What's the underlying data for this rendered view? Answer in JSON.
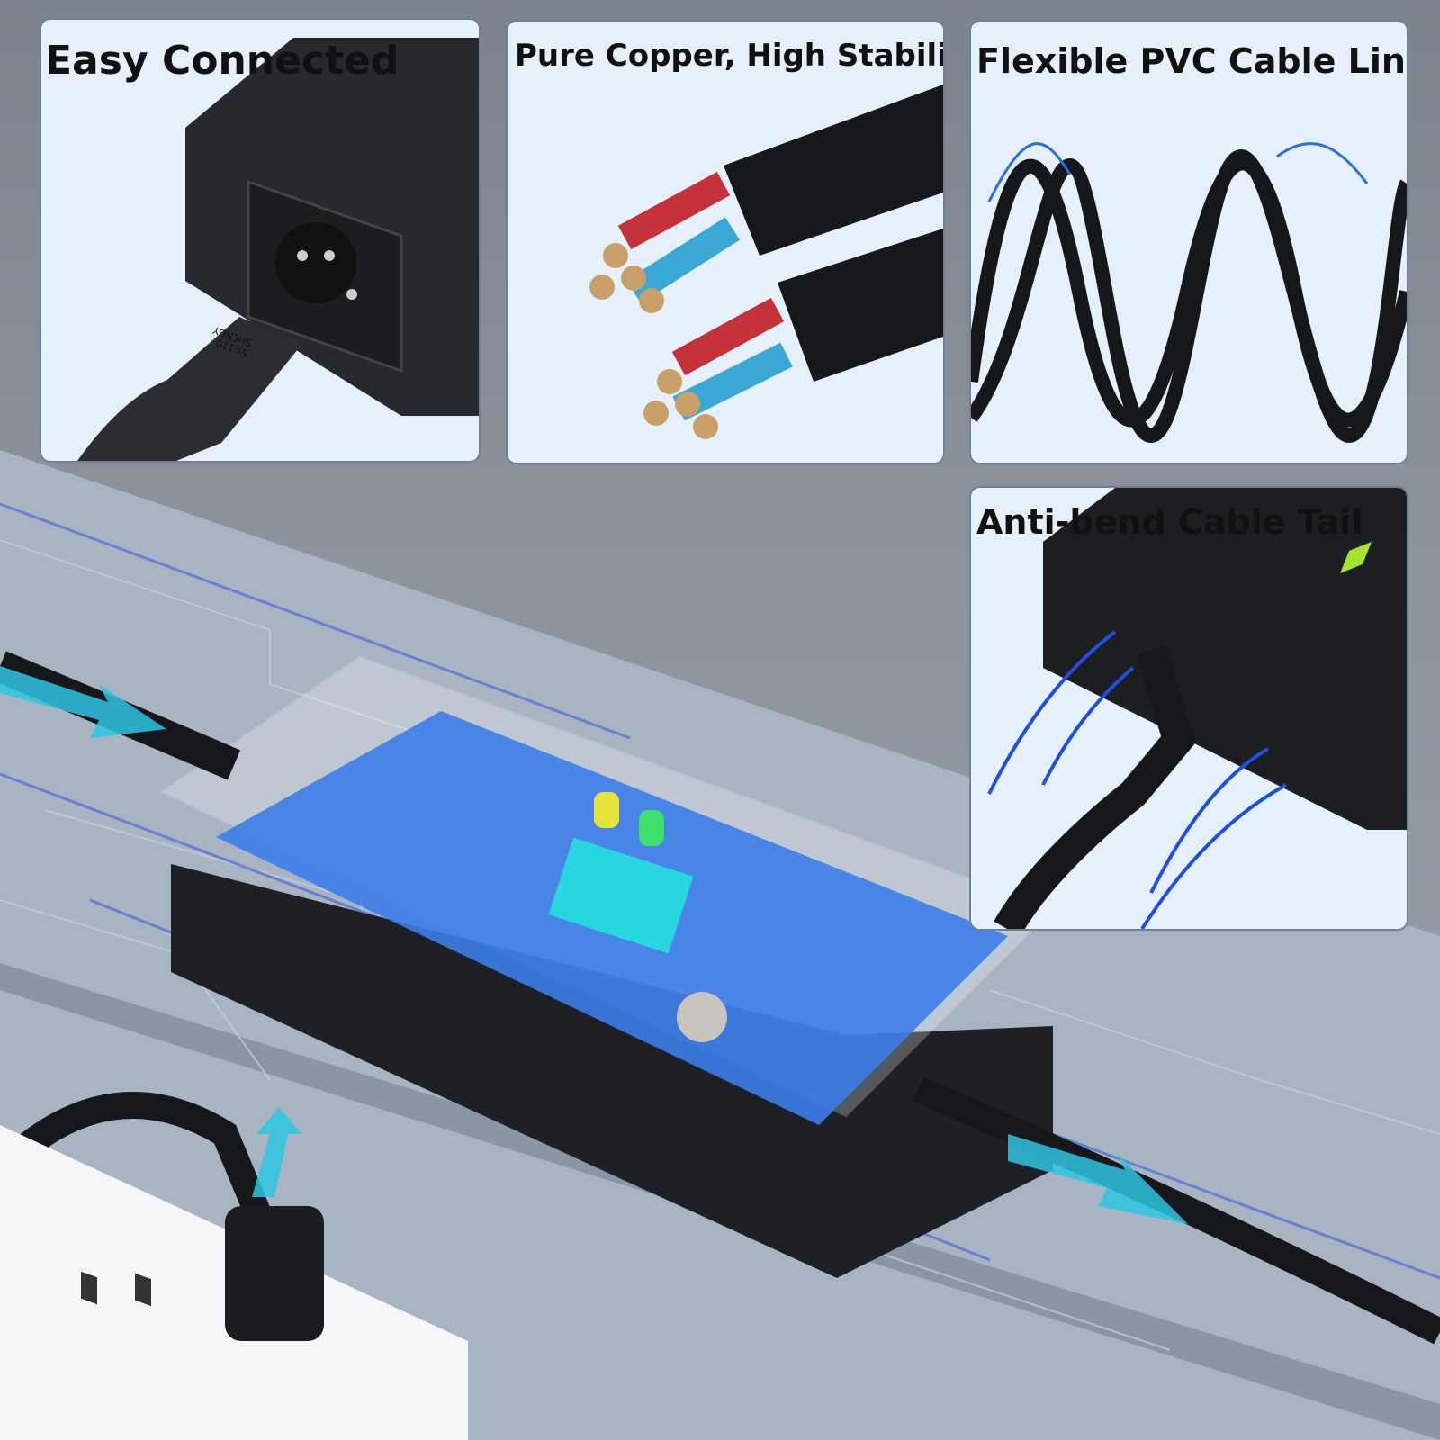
{
  "panels": [
    {
      "title": "Easy Connected",
      "connector_label": [
        "SY-110",
        "SHENGY"
      ]
    },
    {
      "title": "Pure Copper, High Stability"
    },
    {
      "title": "Flexible PVC Cable Line"
    },
    {
      "title": "Anti-bend Cable Tail"
    }
  ],
  "colors": {
    "panel_bg": "#e6f0fb",
    "pcb_blue": "#3b7de8",
    "arrow_cyan": "#2ec6e0",
    "led_green": "#a6e22e"
  }
}
